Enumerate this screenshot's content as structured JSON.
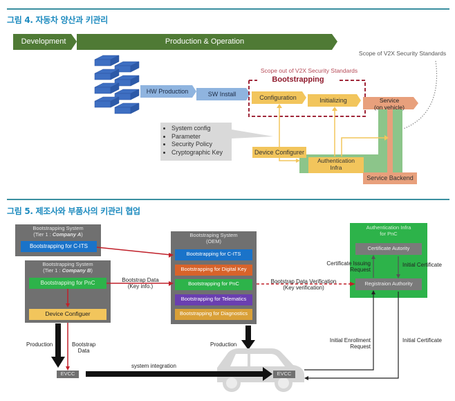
{
  "figure4": {
    "title": "그림 4. 자동차 양산과 키관리",
    "phases": {
      "development": "Development",
      "production": "Production & Operation"
    },
    "steps": {
      "hw_production": "HW Production",
      "sw_install": "SW Install",
      "configuration": "Configuration",
      "initializing": "Initializing",
      "service_line1": "Service",
      "service_line2": "(on vehicle)",
      "device_configurer": "Device Configurer",
      "auth_infra_line1": "Authentication",
      "auth_infra_line2": "Infra",
      "service_backend": "Service Backend"
    },
    "bootstrapping_label": "Bootstrapping",
    "scope_out_label": "Scope out of V2X Security Standards",
    "scope_in_label": "Scope of V2X Security Standards",
    "config_items": [
      "System config",
      "Parameter",
      "Security Policy",
      "Cryptographic Key"
    ],
    "colors": {
      "phase_green": "#4f7a35",
      "step_blue": "#8fb4df",
      "step_yellow": "#f2c55c",
      "service_salmon": "#e8a07c",
      "infra_green": "#8cc58a",
      "scope_red": "#a0283a",
      "title_blue": "#1d8bbf"
    }
  },
  "figure5": {
    "title": "그림 5. 제조사와 부품사의 키관리 협업",
    "company_a": {
      "title_line1": "Bootstrapping System",
      "title_line2_prefix": "(Tier 1 : ",
      "title_line2_company": "Company A",
      "title_line2_suffix": ")",
      "module": "Bootstrapping for C-ITS"
    },
    "company_b": {
      "title_line1": "Bootstrapping System",
      "title_line2_prefix": "(Tier 1 : ",
      "title_line2_company": "Company B",
      "title_line2_suffix": ")",
      "module": "Bootstrapping for PnC",
      "device_configurer": "Device Configuer"
    },
    "oem": {
      "title_line1": "Bootstraping System",
      "title_line2": "(OEM)",
      "modules": [
        {
          "label": "Bootstrapping for C-ITS",
          "color": "#1a73c9"
        },
        {
          "label": "Bootstrapping for Digital Key",
          "color": "#d8632a"
        },
        {
          "label": "Bootstrapping for PnC",
          "color": "#2db34a"
        },
        {
          "label": "Bootstrapping for Telematics",
          "color": "#6a3fb0"
        },
        {
          "label": "Bootstrapping for Diagnostics",
          "color": "#d9a038"
        }
      ]
    },
    "auth_infra": {
      "title_line1": "Authentication Infra",
      "title_line2": "for PnC",
      "certificate_authority": "Certificate Autority",
      "registration_authority": "Registraion Authority"
    },
    "edges": {
      "bootstrap_data_line1": "Bootstrap Data",
      "bootstrap_data_line2": "(Key info.)",
      "verification_line1": "Bootstrap Data Verification",
      "verification_line2": "(Key verification)",
      "cert_issuing_line1": "Certificate Issuing",
      "cert_issuing_line2": "Request",
      "initial_certificate_top": "Initial Certificate",
      "production_left": "Production",
      "bootstrap_data2_line1": "Bootstrap",
      "bootstrap_data2_line2": "Data",
      "production_mid": "Production",
      "system_integration": "system integration",
      "initial_enrollment_line1": "Initial Enrollment",
      "initial_enrollment_line2": "Request",
      "initial_certificate_bottom": "Initial Certificate"
    },
    "evcc_left": "EVCC",
    "evcc_car": "EVCC"
  }
}
